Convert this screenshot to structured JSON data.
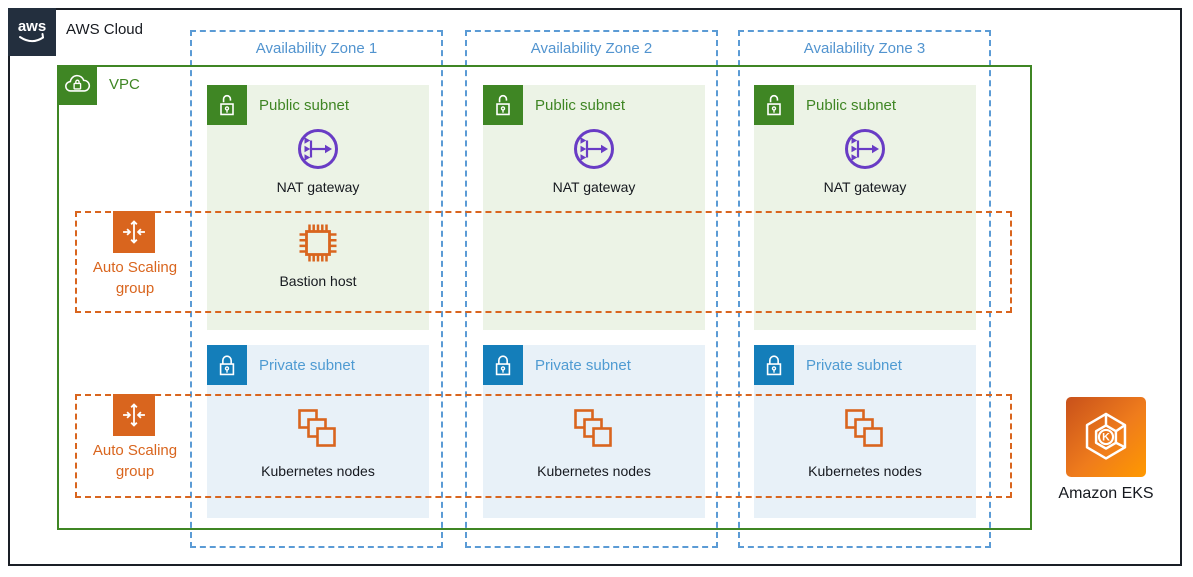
{
  "header": {
    "logo": "aws",
    "title": "AWS Cloud"
  },
  "vpc": {
    "label": "VPC"
  },
  "availability_zones": [
    {
      "label": "Availability Zone 1",
      "public_subnet": {
        "label": "Public subnet",
        "nat_gateway": "NAT gateway",
        "bastion_host": "Bastion host"
      },
      "private_subnet": {
        "label": "Private subnet",
        "kubernetes_nodes": "Kubernetes nodes"
      }
    },
    {
      "label": "Availability Zone 2",
      "public_subnet": {
        "label": "Public subnet",
        "nat_gateway": "NAT gateway"
      },
      "private_subnet": {
        "label": "Private subnet",
        "kubernetes_nodes": "Kubernetes nodes"
      }
    },
    {
      "label": "Availability Zone 3",
      "public_subnet": {
        "label": "Public subnet",
        "nat_gateway": "NAT gateway"
      },
      "private_subnet": {
        "label": "Private subnet",
        "kubernetes_nodes": "Kubernetes nodes"
      }
    }
  ],
  "auto_scaling_groups": [
    {
      "line1": "Auto Scaling",
      "line2": "group"
    },
    {
      "line1": "Auto Scaling",
      "line2": "group"
    }
  ],
  "eks": {
    "label": "Amazon EKS"
  },
  "colors": {
    "outer_border": "#1a1f26",
    "aws_navy": "#232F3E",
    "vpc_green": "#3F8624",
    "public_subnet_fill": "#ecf3e6",
    "private_subnet_fill": "#e8f1f8",
    "private_blue": "#147EBA",
    "az_blue": "#5294CF",
    "asg_orange": "#d9651e",
    "nat_purple": "#693CC5",
    "eks_gradient_start": "#c8511b",
    "eks_gradient_end": "#ff9900"
  }
}
